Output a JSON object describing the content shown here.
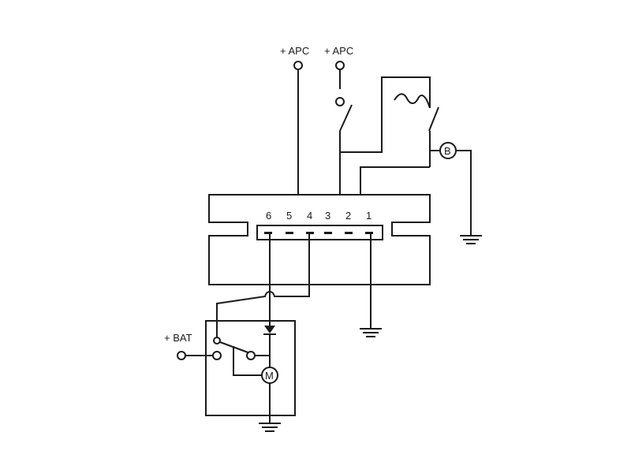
{
  "labels": {
    "apc_left": "+ APC",
    "apc_right": "+ APC",
    "bat": "+ BAT",
    "lamp": "B",
    "motor": "M"
  },
  "connector_pins": [
    "6",
    "5",
    "4",
    "3",
    "2",
    "1"
  ],
  "colors": {
    "line": "#1a1a1a",
    "background": "#ffffff"
  }
}
